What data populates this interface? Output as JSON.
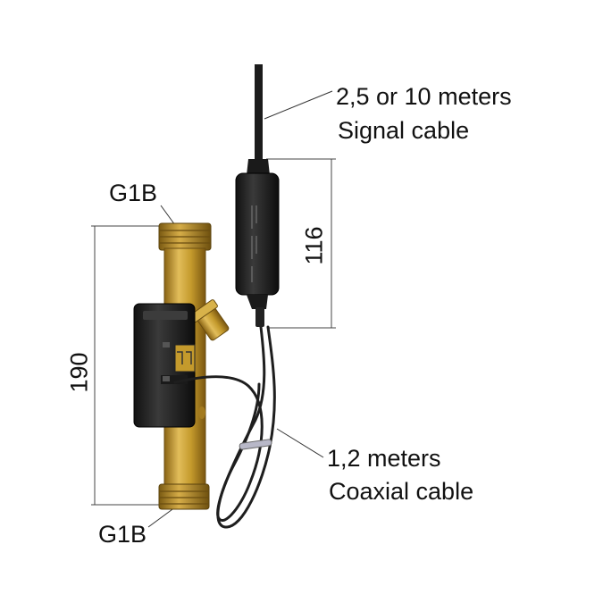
{
  "labels": {
    "top_thread": "G1B",
    "bottom_thread": "G1B",
    "signal_cable_length": "2,5 or 10 meters",
    "signal_cable_name": "Signal cable",
    "coax_cable_length": "1,2 meters",
    "coax_cable_name": "Coaxial cable"
  },
  "dimensions": {
    "body_length": "190",
    "module_length": "116"
  },
  "colors": {
    "brass": "#c49a2c",
    "brass_dark": "#8a6414",
    "brass_light": "#e2bd5a",
    "housing": "#2a2a2a",
    "cable": "#1e1e1e",
    "line": "#333333"
  }
}
